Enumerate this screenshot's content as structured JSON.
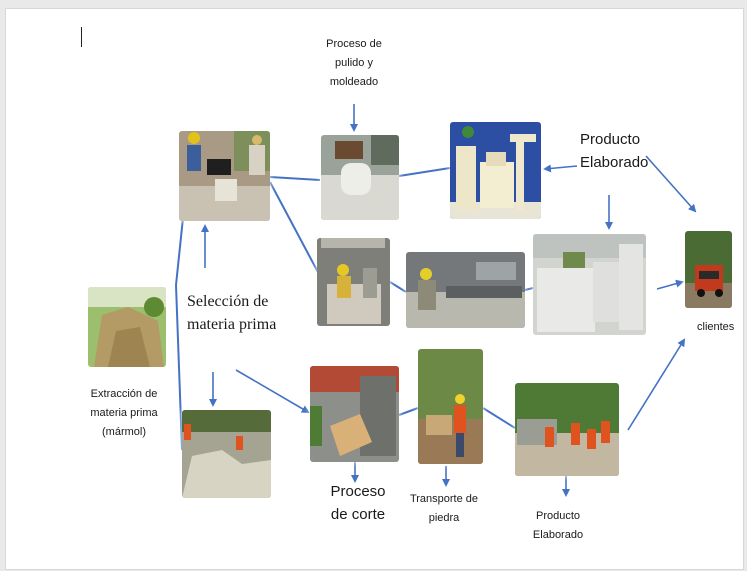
{
  "colors": {
    "arrow": "#4472c4",
    "page": "#ffffff",
    "text": "#1a1a1a"
  },
  "labels": {
    "proceso_pulido": "Proceso de pulido y moldeado",
    "producto_elaborado_top": "Producto Elaborado",
    "seleccion": "Selección de materia prima",
    "clientes": "clientes",
    "extraccion": "Extracción de materia prima (mármol)",
    "proceso_corte": "Proceso de corte",
    "transporte": "Transporte de piedra",
    "producto_elaborado_bottom": "Producto Elaborado"
  },
  "photos": [
    {
      "id": "workers-quarry",
      "subject": "workers selecting stone at quarry"
    },
    {
      "id": "polishing",
      "subject": "polishing and molding marble"
    },
    {
      "id": "marble-products",
      "subject": "finished marble products"
    },
    {
      "id": "machine-cutting",
      "subject": "worker at cutting machine"
    },
    {
      "id": "workshop",
      "subject": "worker in workshop"
    },
    {
      "id": "marble-slabs",
      "subject": "stacked marble slabs"
    },
    {
      "id": "truck",
      "subject": "truck delivering to clients"
    },
    {
      "id": "quarry-hill",
      "subject": "marble quarry hillside"
    },
    {
      "id": "quarry-workers",
      "subject": "workers at quarry rocks"
    },
    {
      "id": "cutting-saw",
      "subject": "stone cutting saw"
    },
    {
      "id": "transport",
      "subject": "workers transporting stone"
    },
    {
      "id": "yard",
      "subject": "workers with finished product"
    }
  ]
}
